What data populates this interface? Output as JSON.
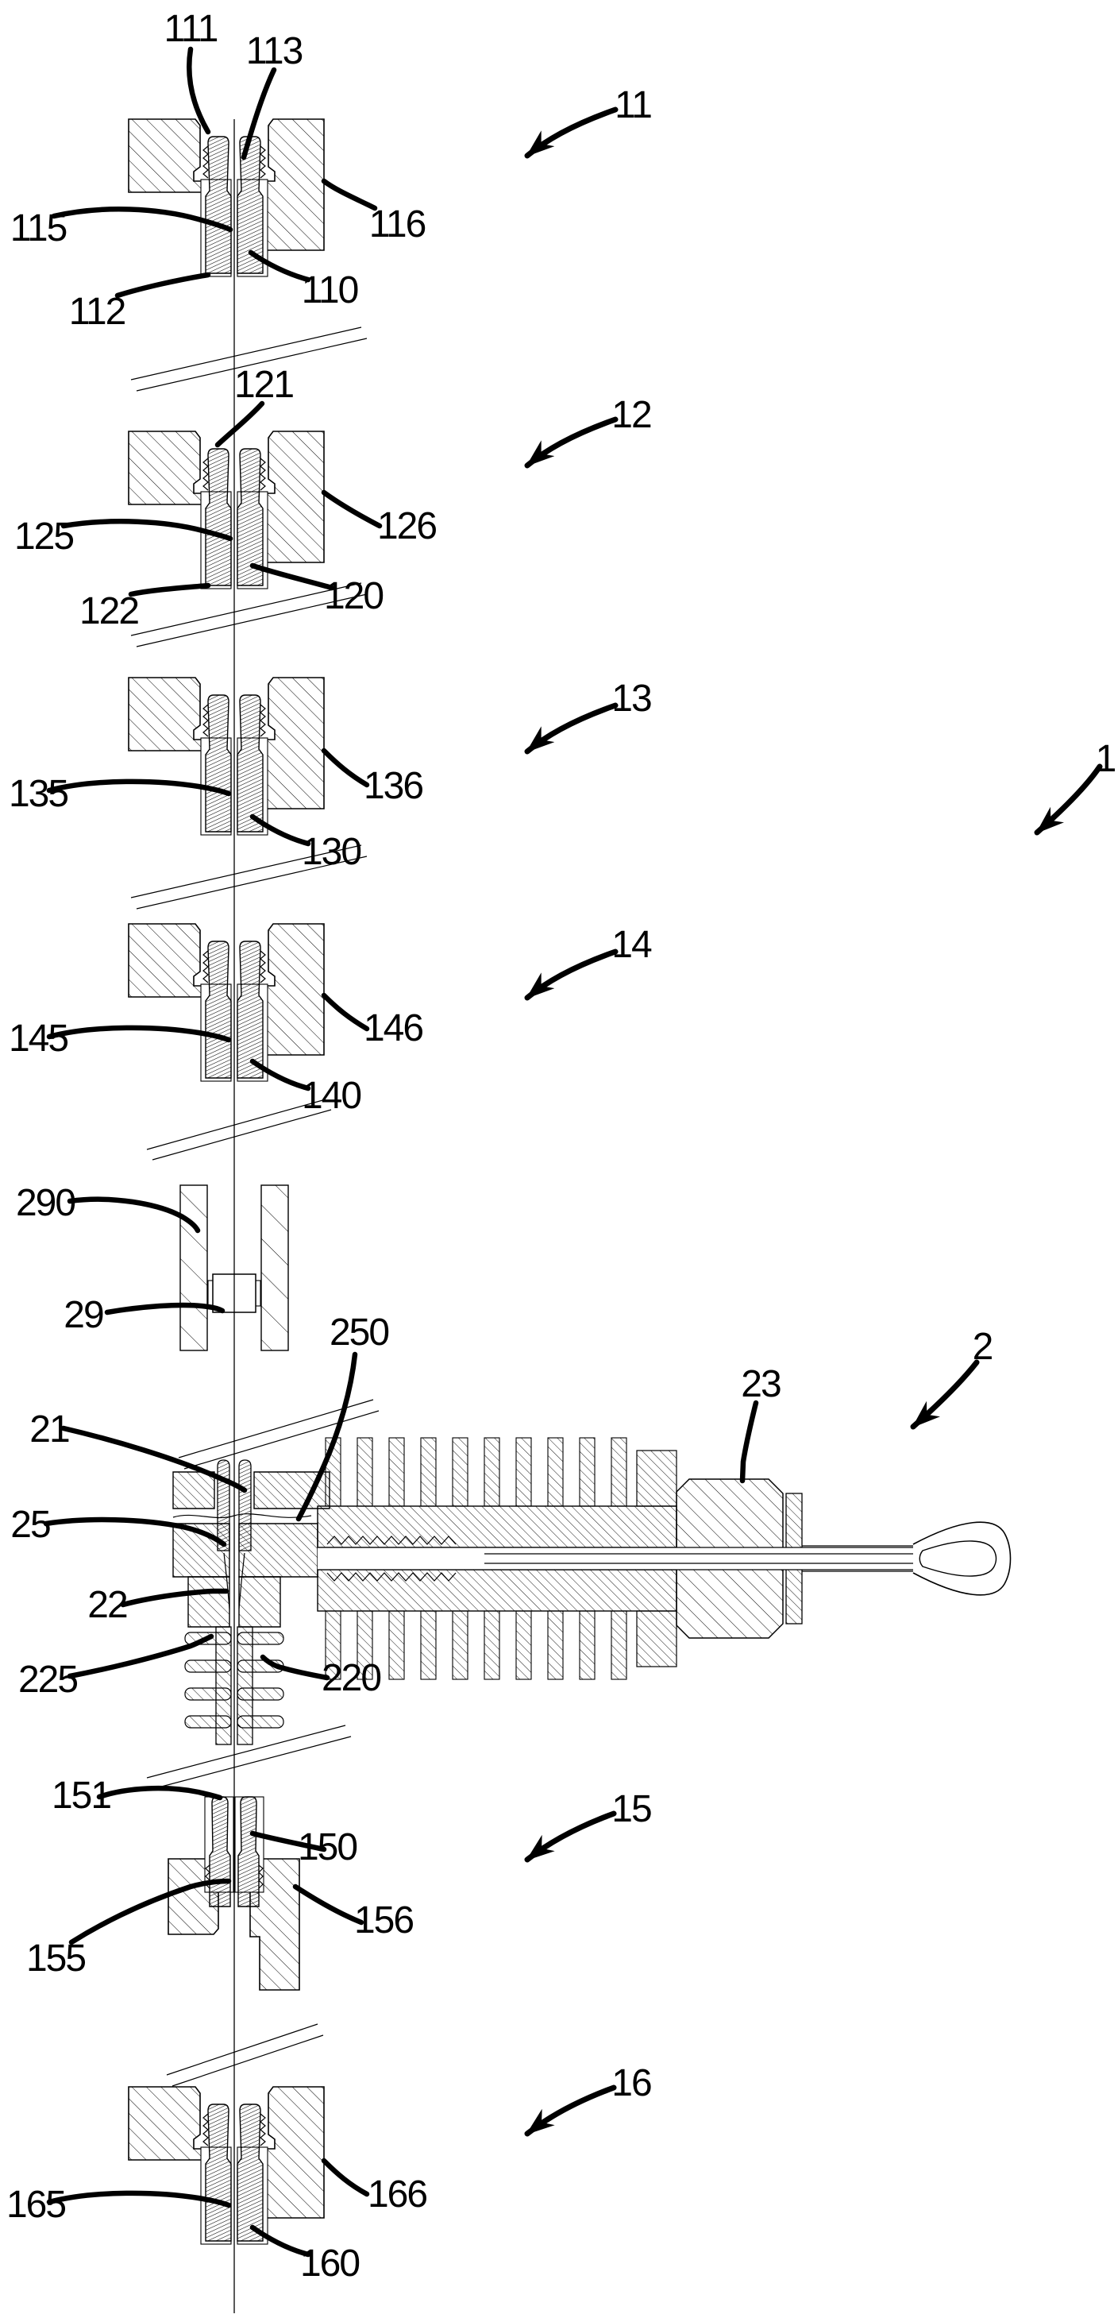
{
  "figure": {
    "kind": "patent-sectional-drawing",
    "colors": {
      "ink": "#000000",
      "background": "#ffffff"
    },
    "labels": {
      "n111": "111",
      "n113": "113",
      "n11": "11",
      "n115": "115",
      "n116": "116",
      "n112": "112",
      "n110": "110",
      "n121": "121",
      "n12": "12",
      "n125": "125",
      "n126": "126",
      "n122": "122",
      "n120": "120",
      "n13": "13",
      "n135": "135",
      "n136": "136",
      "n130": "130",
      "n14": "14",
      "n145": "145",
      "n146": "146",
      "n140": "140",
      "n1": "1",
      "n290": "290",
      "n29": "29",
      "n250": "250",
      "n2": "2",
      "n23": "23",
      "n21": "21",
      "n25": "25",
      "n22": "22",
      "n225": "225",
      "n220": "220",
      "n15": "15",
      "n151": "151",
      "n150": "150",
      "n155": "155",
      "n156": "156",
      "n16": "16",
      "n165": "165",
      "n166": "166",
      "n160": "160"
    },
    "assemblies": [
      {
        "ref": "11",
        "part_labels": [
          "111",
          "113",
          "115",
          "116",
          "112",
          "110"
        ]
      },
      {
        "ref": "12",
        "part_labels": [
          "121",
          "125",
          "126",
          "122",
          "120"
        ]
      },
      {
        "ref": "13",
        "part_labels": [
          "135",
          "136",
          "130"
        ]
      },
      {
        "ref": "14",
        "part_labels": [
          "145",
          "146",
          "140"
        ]
      },
      {
        "ref": "2",
        "part_labels": [
          "290",
          "29",
          "250",
          "23",
          "21",
          "25",
          "22",
          "225",
          "220"
        ]
      },
      {
        "ref": "15",
        "part_labels": [
          "151",
          "150",
          "155",
          "156"
        ]
      },
      {
        "ref": "16",
        "part_labels": [
          "165",
          "166",
          "160"
        ]
      },
      {
        "ref": "1",
        "part_labels": []
      }
    ]
  }
}
